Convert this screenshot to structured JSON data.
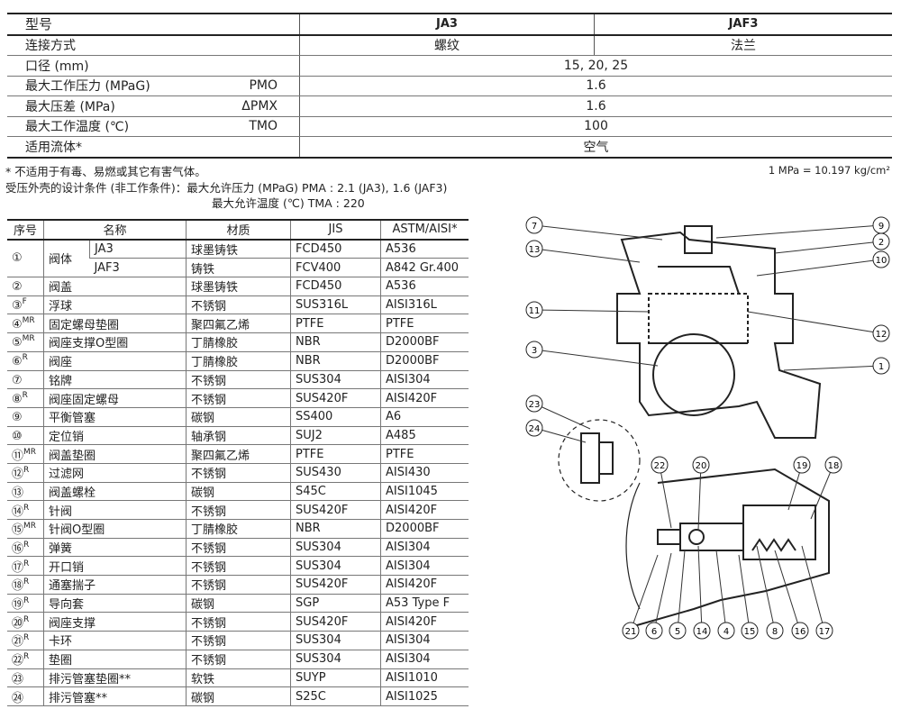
{
  "spec": {
    "header": {
      "label": "型号",
      "col1": "JA3",
      "col2": "JAF3"
    },
    "rows": [
      {
        "label": "连接方式",
        "symbol": "",
        "col1": "螺纹",
        "col2": "法兰"
      },
      {
        "label": "口径 (mm)",
        "symbol": "",
        "value": "15, 20, 25"
      },
      {
        "label": "最大工作压力 (MPaG)",
        "symbol": "PMO",
        "value": "1.6"
      },
      {
        "label": "最大压差 (MPa)",
        "symbol": "ΔPMX",
        "value": "1.6"
      },
      {
        "label": "最大工作温度 (℃)",
        "symbol": "TMO",
        "value": "100"
      },
      {
        "label": "适用流体*",
        "symbol": "",
        "value": "空气"
      }
    ]
  },
  "notes": {
    "note1": "* 不适用于有毒、易燃或其它有害气体。",
    "conversion": "1 MPa = 10.197 kg/cm²",
    "note2": "受压外壳的设计条件 (非工作条件)：最大允许压力 (MPaG) PMA : 2.1 (JA3), 1.6 (JAF3)",
    "note3": "最大允许温度 (℃) TMA : 220"
  },
  "parts": {
    "headers": [
      "序号",
      "名称",
      "材质",
      "JIS",
      "ASTM/AISI*"
    ],
    "body": {
      "no": "①",
      "name": "阀体",
      "sub": [
        {
          "model": "JA3",
          "material": "球墨铸铁",
          "jis": "FCD450",
          "astm": "A536"
        },
        {
          "model": "JAF3",
          "material": "铸铁",
          "jis": "FCV400",
          "astm": "A842 Gr.400"
        }
      ]
    },
    "rows": [
      {
        "no": "②",
        "mark": "",
        "name": "阀盖",
        "material": "球墨铸铁",
        "jis": "FCD450",
        "astm": "A536"
      },
      {
        "no": "③",
        "mark": "F",
        "name": "浮球",
        "material": "不锈钢",
        "jis": "SUS316L",
        "astm": "AISI316L"
      },
      {
        "no": "④",
        "mark": "MR",
        "name": "固定螺母垫圈",
        "material": "聚四氟乙烯",
        "jis": "PTFE",
        "astm": "PTFE"
      },
      {
        "no": "⑤",
        "mark": "MR",
        "name": "阀座支撑O型圈",
        "material": "丁腈橡胶",
        "jis": "NBR",
        "astm": "D2000BF"
      },
      {
        "no": "⑥",
        "mark": "R",
        "name": "阀座",
        "material": "丁腈橡胶",
        "jis": "NBR",
        "astm": "D2000BF"
      },
      {
        "no": "⑦",
        "mark": "",
        "name": "铭牌",
        "material": "不锈钢",
        "jis": "SUS304",
        "astm": "AISI304"
      },
      {
        "no": "⑧",
        "mark": "R",
        "name": "阀座固定螺母",
        "material": "不锈钢",
        "jis": "SUS420F",
        "astm": "AISI420F"
      },
      {
        "no": "⑨",
        "mark": "",
        "name": "平衡管塞",
        "material": "碳钢",
        "jis": "SS400",
        "astm": "A6"
      },
      {
        "no": "⑩",
        "mark": "",
        "name": "定位销",
        "material": "轴承钢",
        "jis": "SUJ2",
        "astm": "A485"
      },
      {
        "no": "⑪",
        "mark": "MR",
        "name": "阀盖垫圈",
        "material": "聚四氟乙烯",
        "jis": "PTFE",
        "astm": "PTFE"
      },
      {
        "no": "⑫",
        "mark": "R",
        "name": "过滤网",
        "material": "不锈钢",
        "jis": "SUS430",
        "astm": "AISI430"
      },
      {
        "no": "⑬",
        "mark": "",
        "name": "阀盖螺栓",
        "material": "碳钢",
        "jis": "S45C",
        "astm": "AISI1045"
      },
      {
        "no": "⑭",
        "mark": "R",
        "name": "针阀",
        "material": "不锈钢",
        "jis": "SUS420F",
        "astm": "AISI420F"
      },
      {
        "no": "⑮",
        "mark": "MR",
        "name": "针阀O型圈",
        "material": "丁腈橡胶",
        "jis": "NBR",
        "astm": "D2000BF"
      },
      {
        "no": "⑯",
        "mark": "R",
        "name": "弹簧",
        "material": "不锈钢",
        "jis": "SUS304",
        "astm": "AISI304"
      },
      {
        "no": "⑰",
        "mark": "R",
        "name": "开口销",
        "material": "不锈钢",
        "jis": "SUS304",
        "astm": "AISI304"
      },
      {
        "no": "⑱",
        "mark": "R",
        "name": "通塞揣子",
        "material": "不锈钢",
        "jis": "SUS420F",
        "astm": "AISI420F"
      },
      {
        "no": "⑲",
        "mark": "R",
        "name": "导向套",
        "material": "碳钢",
        "jis": "SGP",
        "astm": "A53 Type F"
      },
      {
        "no": "⑳",
        "mark": "R",
        "name": "阀座支撑",
        "material": "不锈钢",
        "jis": "SUS420F",
        "astm": "AISI420F"
      },
      {
        "no": "㉑",
        "mark": "R",
        "name": "卡环",
        "material": "不锈钢",
        "jis": "SUS304",
        "astm": "AISI304"
      },
      {
        "no": "㉒",
        "mark": "R",
        "name": "垫圈",
        "material": "不锈钢",
        "jis": "SUS304",
        "astm": "AISI304"
      },
      {
        "no": "㉓",
        "mark": "",
        "name": "排污管塞垫圈**",
        "material": "软铁",
        "jis": "SUYP",
        "astm": "AISI1010"
      },
      {
        "no": "㉔",
        "mark": "",
        "name": "排污管塞**",
        "material": "碳钢",
        "jis": "S25C",
        "astm": "AISI1025"
      }
    ]
  },
  "callouts": [
    "7",
    "9",
    "13",
    "2",
    "10",
    "11",
    "12",
    "3",
    "1",
    "23",
    "24",
    "22",
    "20",
    "19",
    "18",
    "21",
    "6",
    "5",
    "14",
    "4",
    "15",
    "8",
    "16",
    "17"
  ]
}
